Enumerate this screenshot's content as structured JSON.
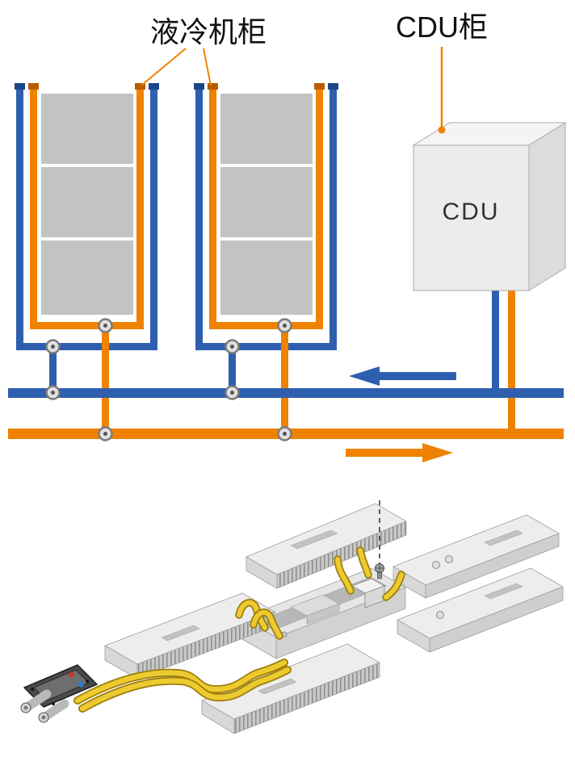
{
  "labels": {
    "rack": "液冷机柜",
    "cdu_cabinet": "CDU柜",
    "cdu_box": "CDU"
  },
  "colors": {
    "coolant_supply_orange": "#EF8200",
    "coolant_return_blue": "#2E5FAE",
    "server_gray": "#C3C3C3",
    "tube_yellow": "#EDCB30"
  },
  "schematic": {
    "rack_count": 2,
    "servers_per_rack": 3,
    "valve_count": 8,
    "blue_arrow_direction": "left",
    "orange_arrow_direction": "right"
  }
}
